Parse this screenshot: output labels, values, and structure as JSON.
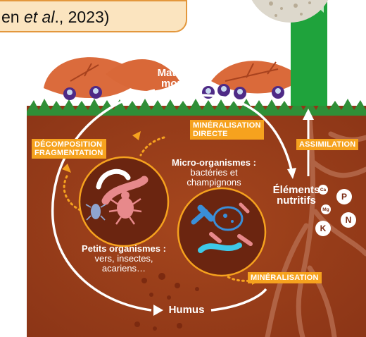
{
  "citation": {
    "prefix": "en ",
    "etal": "et al",
    "suffix": "., 2023)"
  },
  "labels": {
    "matieres": "Matières",
    "mortes": "mortes",
    "humus": "Humus",
    "micro_title": "Micro-organismes :",
    "micro_line1": "bactéries et",
    "micro_line2": "champignons",
    "petits_title": "Petits organismes :",
    "petits_line1": "vers, insectes,",
    "petits_line2": "acariens…",
    "elements_1": "Éléments",
    "elements_2": "nutritifs"
  },
  "tags": {
    "decomp_1": "DÉCOMPOSITION",
    "decomp_2": "FRAGMENTATION",
    "mineral_directe_1": "MINÉRALISATION",
    "mineral_directe_2": "DIRECTE",
    "assimilation": "ASSIMILATION",
    "mineralisation": "MINÉRALISATION"
  },
  "nutrients": [
    "Ca",
    "P",
    "Mg",
    "N",
    "K"
  ],
  "colors": {
    "soil": "#9a3e1a",
    "grass": "#2c8a35",
    "plant": "#1fa33c",
    "tag": "#f6a21e",
    "leaf": "#d9683a",
    "circle": "#6b2510"
  }
}
